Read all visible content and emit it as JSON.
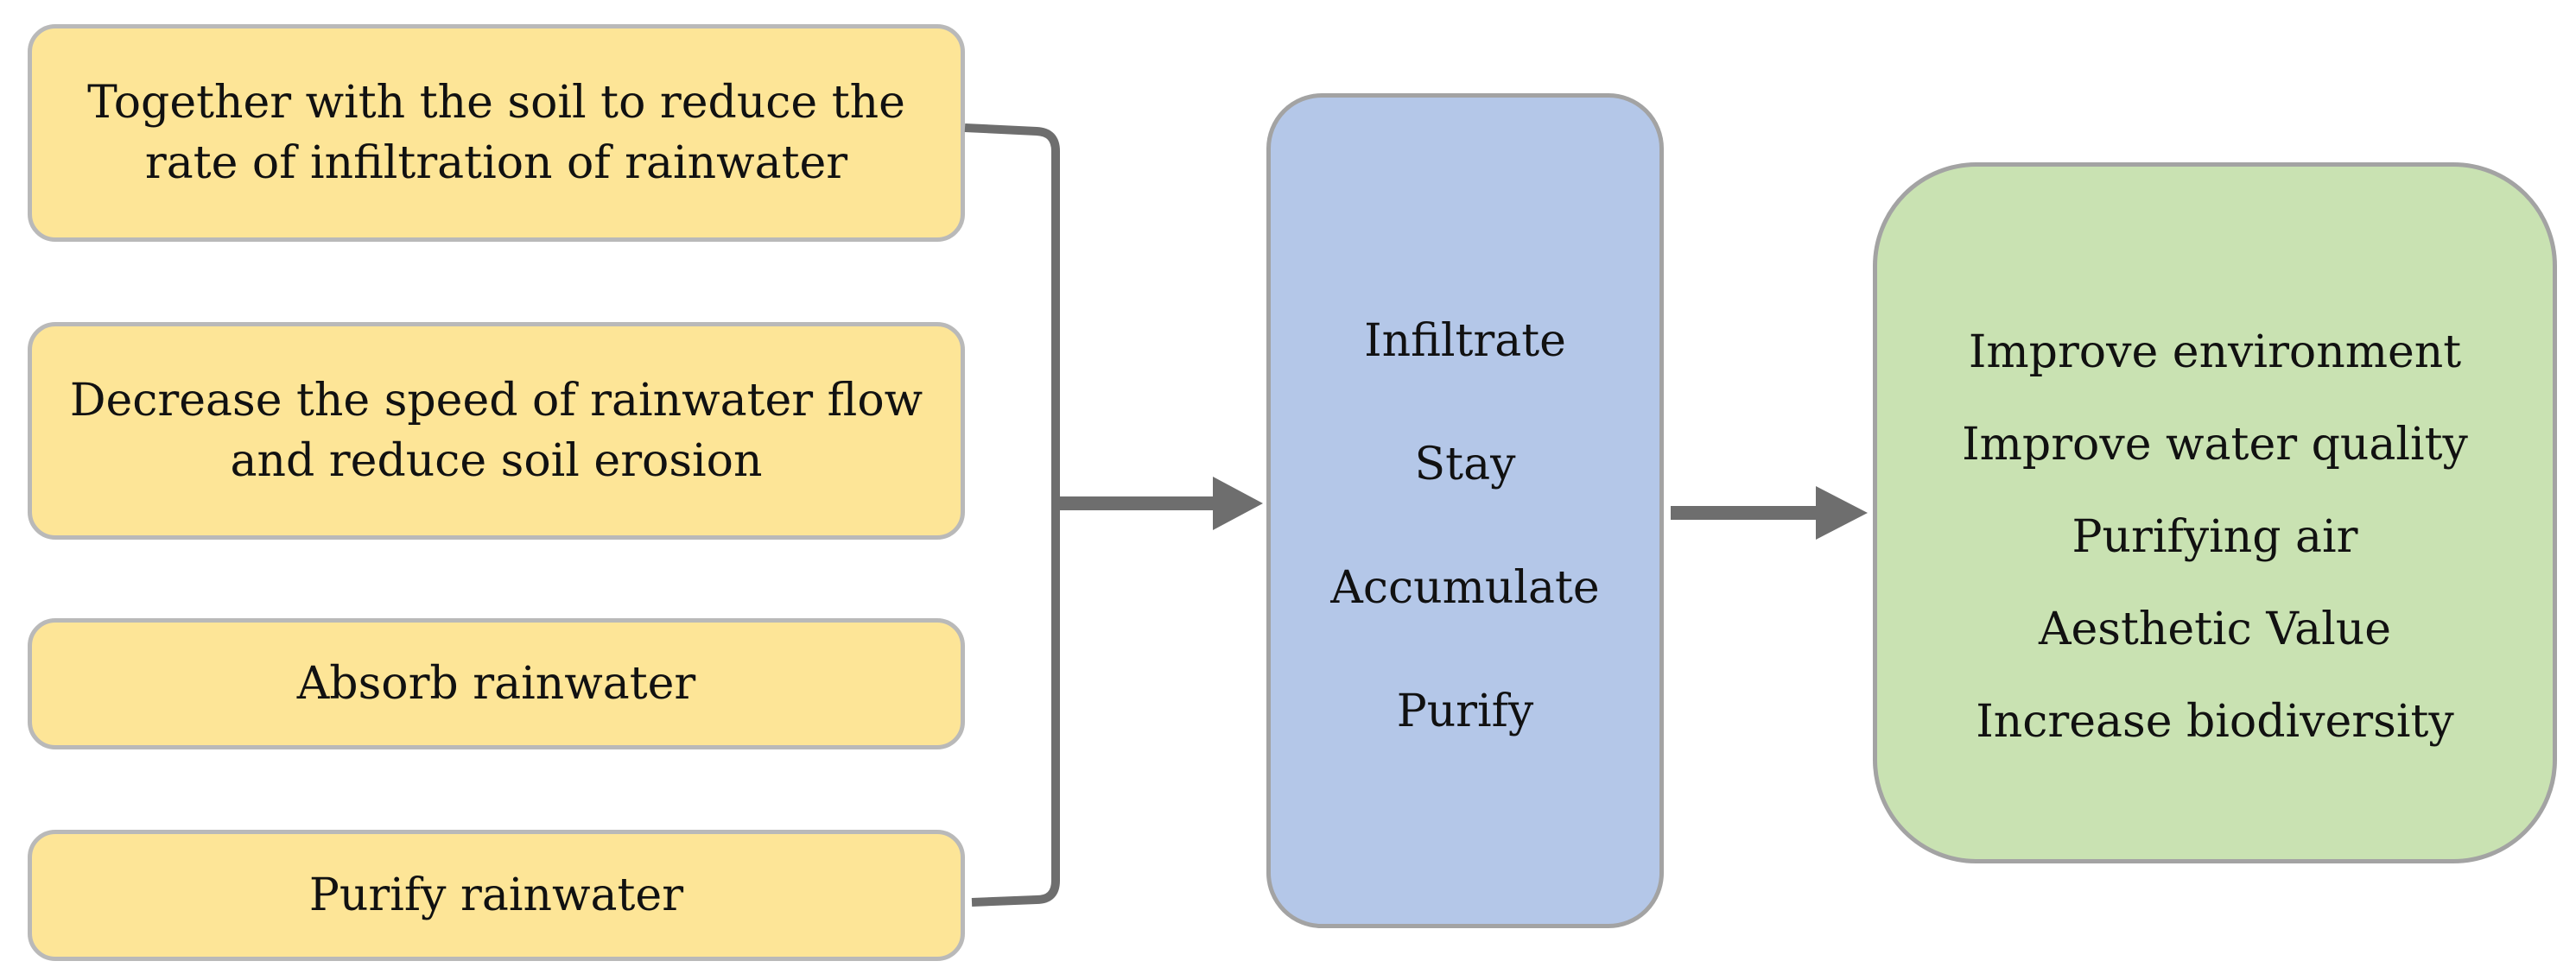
{
  "left_boxes": [
    {
      "lines": [
        "Together with the soil to reduce the",
        "rate of infiltration of rainwater"
      ]
    },
    {
      "lines": [
        "Decrease the speed of rainwater flow",
        "and reduce soil erosion"
      ]
    },
    {
      "lines": [
        "Absorb rainwater"
      ]
    },
    {
      "lines": [
        "Purify rainwater"
      ]
    }
  ],
  "process_box": {
    "items": [
      "Infiltrate",
      "Stay",
      "Accumulate",
      "Purify"
    ]
  },
  "benefit_box": {
    "items": [
      "Improve environment",
      "Improve water quality",
      "Purifying air",
      "Aesthetic Value",
      "Increase biodiversity"
    ]
  },
  "colors": {
    "left_fill": "#fde597",
    "process_fill": "#b4c7e8",
    "benefit_fill": "#c9e2b2",
    "connector": "#6e6e6e"
  }
}
